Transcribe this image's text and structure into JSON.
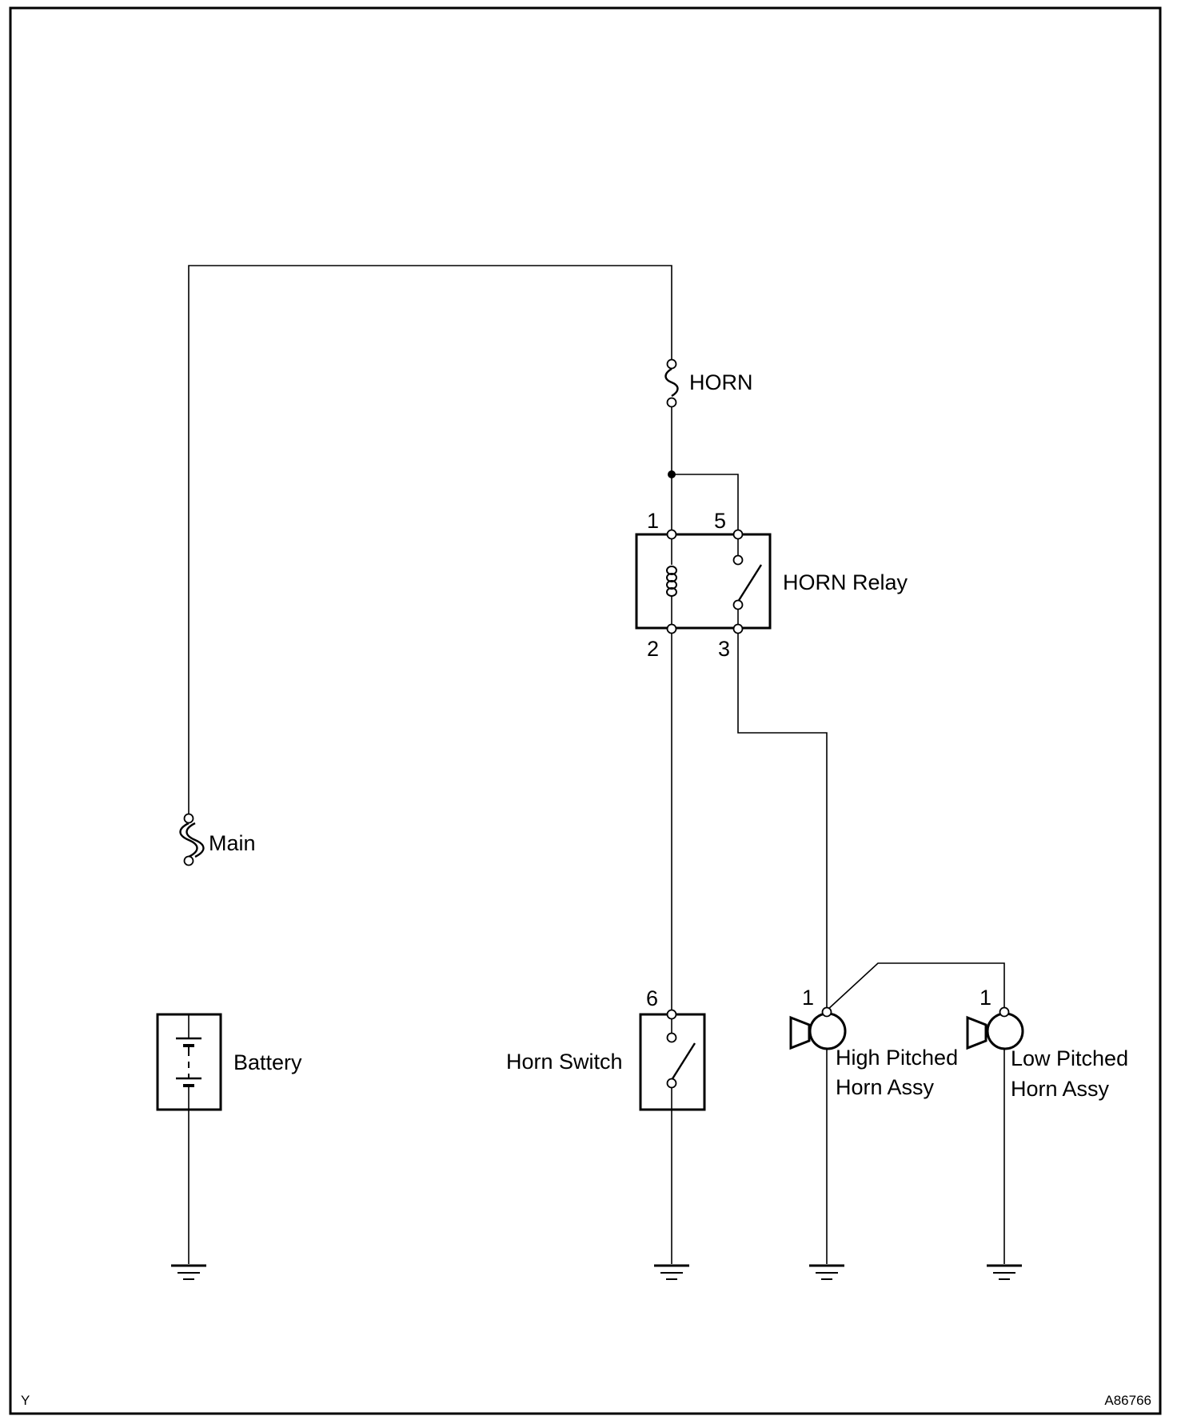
{
  "fuses": {
    "horn": "HORN",
    "main": "Main"
  },
  "relay": {
    "label": "HORN Relay",
    "pin1": "1",
    "pin2": "2",
    "pin3": "3",
    "pin5": "5"
  },
  "battery": {
    "label": "Battery"
  },
  "horn_switch": {
    "label": "Horn Switch",
    "pin": "6"
  },
  "high_horn": {
    "label_line1": "High Pitched",
    "label_line2": "Horn Assy",
    "pin": "1"
  },
  "low_horn": {
    "label_line1": "Low Pitched",
    "label_line2": "Horn Assy",
    "pin": "1"
  },
  "footer": {
    "left_code": "Y",
    "figure_id": "A86766"
  }
}
